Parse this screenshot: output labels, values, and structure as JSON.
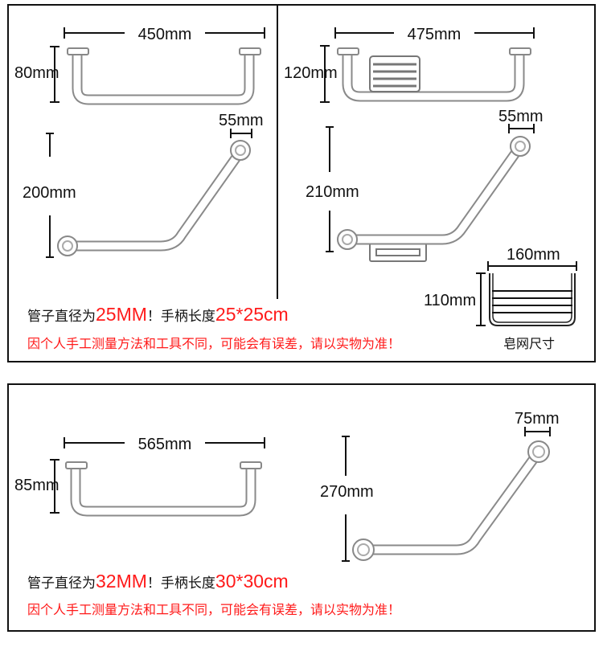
{
  "top_left": {
    "width": "450mm",
    "height": "80mm",
    "angle_size": "55mm",
    "angle_height": "200mm"
  },
  "top_right": {
    "width": "475mm",
    "height": "120mm",
    "angle_size": "55mm",
    "angle_height": "210mm",
    "soap_width": "160mm",
    "soap_height": "110mm",
    "soap_caption": "皂网尺寸"
  },
  "top_note": {
    "prefix": "管子直径为",
    "diameter": "25MM",
    "mid": "！手柄长度",
    "handle": "25*25cm"
  },
  "bottom": {
    "width": "565mm",
    "height": "85mm",
    "angle_size": "75mm",
    "angle_height": "270mm"
  },
  "bottom_note": {
    "prefix": "管子直径为",
    "diameter": "32MM",
    "mid": "！手柄长度",
    "handle": "30*30cm"
  },
  "disclaimer": "因个人手工测量方法和工具不同，可能会有误差，请以实物为准！",
  "colors": {
    "warning": "#ff1a1a",
    "tube": "#8a8a8a"
  }
}
